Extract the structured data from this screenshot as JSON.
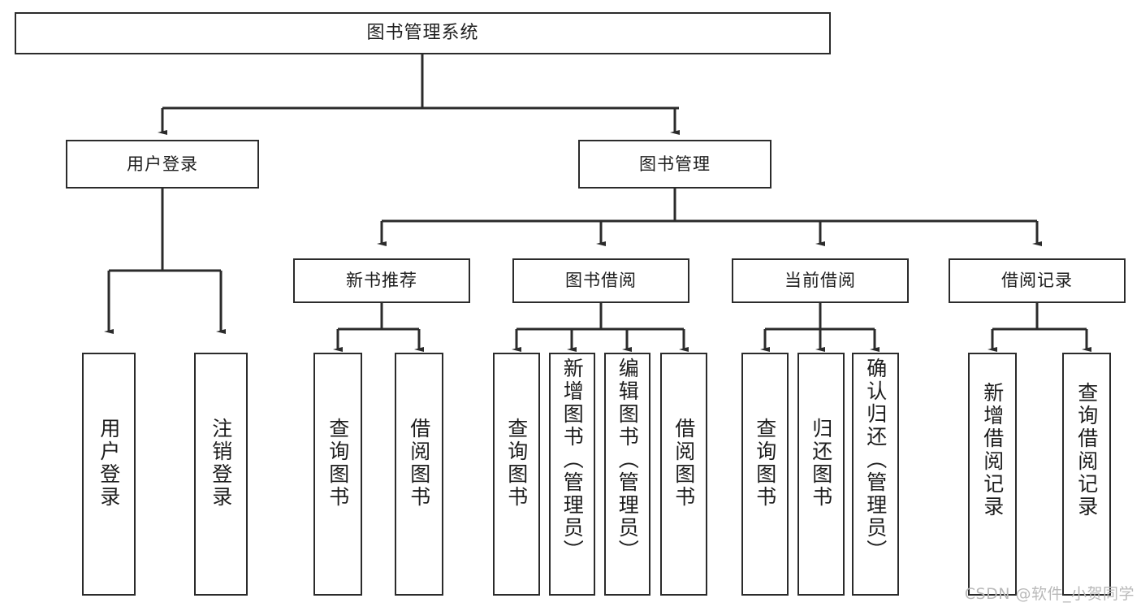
{
  "diagram": {
    "title": "图书管理系统",
    "type": "tree",
    "watermark": "CSDN @软件_小贺同学",
    "colors": {
      "stroke": "#2b2b2b",
      "fill": "#ffffff",
      "watermark": "#b9b9b9"
    },
    "nodes": {
      "root": {
        "label": "图书管理系统"
      },
      "level1": [
        {
          "id": "user-login",
          "label": "用户登录"
        },
        {
          "id": "book-manage",
          "label": "图书管理"
        }
      ],
      "level2": [
        {
          "id": "new-book-recommend",
          "label": "新书推荐"
        },
        {
          "id": "book-borrow",
          "label": "图书借阅"
        },
        {
          "id": "current-borrow",
          "label": "当前借阅"
        },
        {
          "id": "borrow-record",
          "label": "借阅记录"
        }
      ],
      "leaves": {
        "user_login": [
          {
            "id": "leaf-user-login",
            "label": "用户登录"
          },
          {
            "id": "leaf-user-logout",
            "label": "注销登录"
          }
        ],
        "new_book_recommend": [
          {
            "id": "leaf-query-book-1",
            "label": "查询图书"
          },
          {
            "id": "leaf-borrow-book-1",
            "label": "借阅图书"
          }
        ],
        "book_borrow": [
          {
            "id": "leaf-query-book-2",
            "label": "查询图书"
          },
          {
            "id": "leaf-add-book",
            "label": "新增图书（管理员）"
          },
          {
            "id": "leaf-edit-book",
            "label": "编辑图书（管理员）"
          },
          {
            "id": "leaf-borrow-book-2",
            "label": "借阅图书"
          }
        ],
        "current_borrow": [
          {
            "id": "leaf-query-book-3",
            "label": "查询图书"
          },
          {
            "id": "leaf-return-book",
            "label": "归还图书"
          },
          {
            "id": "leaf-confirm-return",
            "label": "确认归还（管理员）"
          }
        ],
        "borrow_record": [
          {
            "id": "leaf-add-record",
            "label": "新增借阅记录"
          },
          {
            "id": "leaf-query-record",
            "label": "查询借阅记录"
          }
        ]
      }
    }
  }
}
